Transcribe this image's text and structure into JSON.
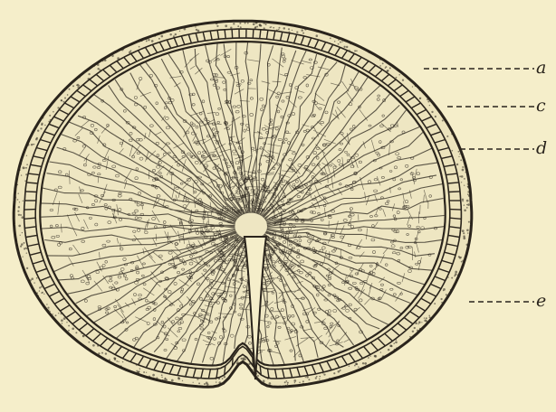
{
  "figure": {
    "labels": {
      "a": "a",
      "c": "c",
      "d": "d",
      "e": "e"
    },
    "colors": {
      "background": "#f5eeca",
      "ink": "#2a241c",
      "tissue": "#e9e0b8"
    }
  }
}
